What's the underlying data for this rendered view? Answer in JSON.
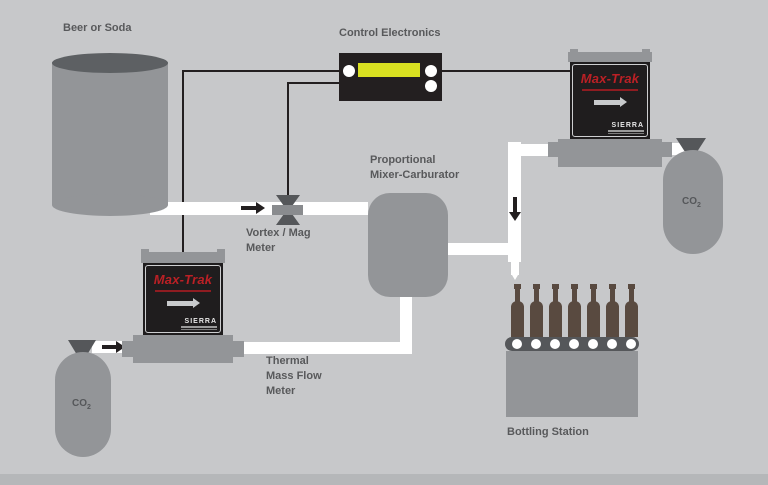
{
  "diagram": {
    "title_context": "Carbonation process flow diagram",
    "labels": {
      "source_tank": "Beer or Soda",
      "control_electronics": "Control Electronics",
      "mixer": [
        "Proportional",
        "Mixer-Carburator"
      ],
      "vortex_meter": [
        "Vortex / Mag",
        "Meter"
      ],
      "thermal_meter": [
        "Thermal",
        "Mass Flow",
        "Meter"
      ],
      "bottling_station": "Bottling Station",
      "co2_symbol": "CO",
      "co2_subscript": "2"
    },
    "maxtrak": {
      "brand": "Max-Trak",
      "logo": "SIERRA"
    },
    "bottling": {
      "bottle_count": 7
    },
    "colors": {
      "background": "#c7c8ca",
      "footer_strip": "#b5b7b9",
      "equipment_gray": "#939598",
      "dark_gray": "#55575a",
      "black": "#231f20",
      "pipe_white": "#ffffff",
      "display_green": "#d9e021",
      "brand_red": "#bb2025",
      "bottle_brown": "#594a40",
      "label_text": "#58595b"
    }
  }
}
